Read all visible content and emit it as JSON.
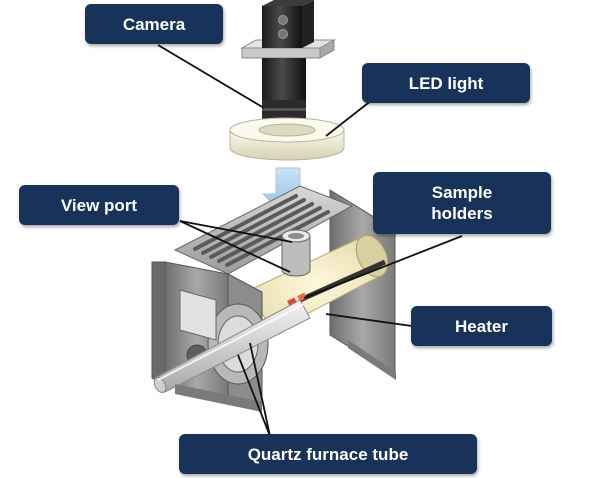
{
  "labels": {
    "camera": "Camera",
    "led_light": "LED light",
    "view_port": "View port",
    "sample_holders_line1": "Sample",
    "sample_holders_line2": "holders",
    "heater": "Heater",
    "quartz_furnace_tube": "Quartz furnace tube"
  },
  "colors": {
    "label_background": "#17335a",
    "label_text": "#ffffff",
    "leader_line": "#111111",
    "led_ring": "#f2efd8",
    "heater_glow": "#f0e9c6",
    "sample_red": "#e8452c",
    "furnace_metal": "#9a9a9a",
    "light_beam": "#9fc6e6"
  }
}
